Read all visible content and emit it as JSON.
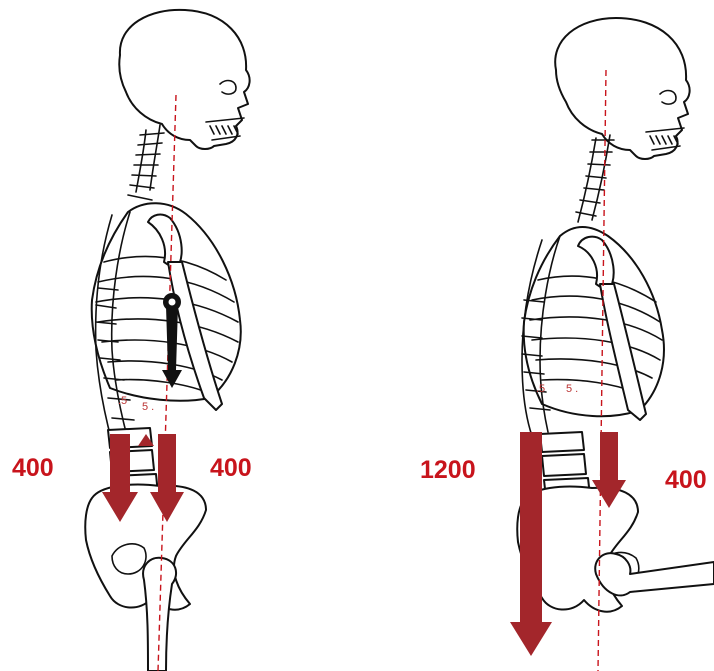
{
  "figures": [
    {
      "id": "upright",
      "forces": [
        {
          "label": "400",
          "side": "left"
        },
        {
          "label": "400",
          "side": "right"
        }
      ],
      "extras": {
        "moment_marker": true,
        "arm": false
      }
    },
    {
      "id": "flexed-with-load",
      "forces": [
        {
          "label": "1200",
          "side": "left"
        },
        {
          "label": "400",
          "side": "right"
        }
      ],
      "extras": {
        "moment_marker": false,
        "arm": true
      }
    }
  ],
  "colors": {
    "force": "#a3262b",
    "label": "#c8141c",
    "line": "#111111",
    "plumb": "#c8141c"
  }
}
